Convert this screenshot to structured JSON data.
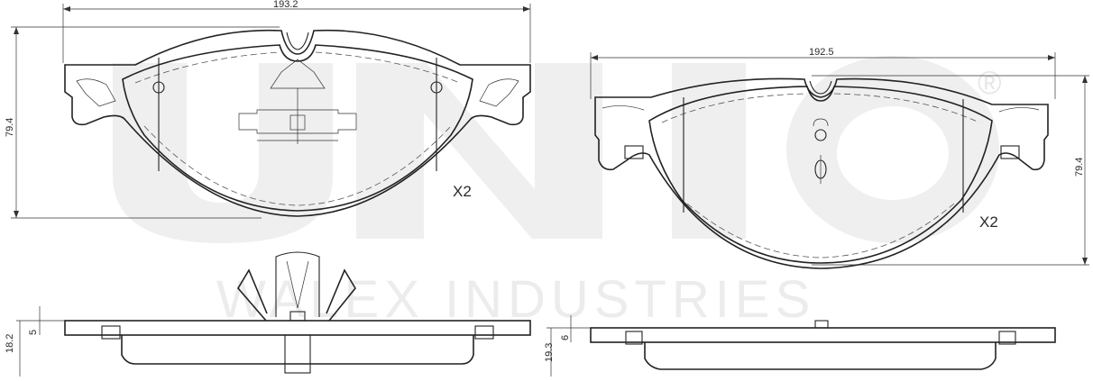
{
  "watermark": {
    "brand": "UNIQ",
    "registered": "®",
    "tagline": "WALEX INDUSTRIES"
  },
  "left_pad": {
    "width_label": "193.2",
    "height_label": "79.4",
    "quantity": "X2",
    "thickness_total": "18.2",
    "thickness_plate": "5"
  },
  "right_pad": {
    "width_label": "192.5",
    "height_label": "79.4",
    "quantity": "X2",
    "thickness_total": "19.3",
    "thickness_plate": "6"
  },
  "colors": {
    "line": "#222222",
    "watermark": "#efefef",
    "text": "#2a2a2a"
  }
}
